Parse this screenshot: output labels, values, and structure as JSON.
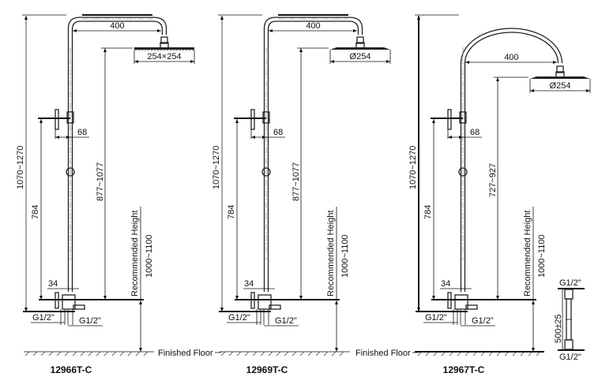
{
  "models": [
    {
      "code": "12966T-C",
      "arm": "400",
      "head": "254×254",
      "total_height": "1070~1270",
      "head_height": "877~1077",
      "valve_height": "784",
      "valve_depth": "68",
      "outlet_offset": "34",
      "inlet_left": "G1/2\"",
      "inlet_right": "G1/2\"",
      "recommended_label": "Recommended Height",
      "recommended_value": "1000~1100",
      "floor_label": "Finished Floor"
    },
    {
      "code": "12969T-C",
      "arm": "400",
      "head": "Ø254",
      "total_height": "1070~1270",
      "head_height": "877~1077",
      "valve_height": "784",
      "valve_depth": "68",
      "outlet_offset": "34",
      "inlet_left": "G1/2\"",
      "inlet_right": "G1/2\"",
      "recommended_label": "Recommended Height",
      "recommended_value": "1000~1100",
      "floor_label": "Finished Floor"
    },
    {
      "code": "12967T-C",
      "arm": "400",
      "head": "Ø254",
      "total_height": "1070~1270",
      "head_height": "727~927",
      "valve_height": "784",
      "valve_depth": "68",
      "outlet_offset": "34",
      "inlet_left": "G1/2\"",
      "inlet_right": "G1/2\"",
      "recommended_label": "Recommended Height",
      "recommended_value": "1000~1100"
    }
  ],
  "hose": {
    "top_thread": "G1/2\"",
    "length": "500±25",
    "bottom_thread": "G1/2\""
  }
}
